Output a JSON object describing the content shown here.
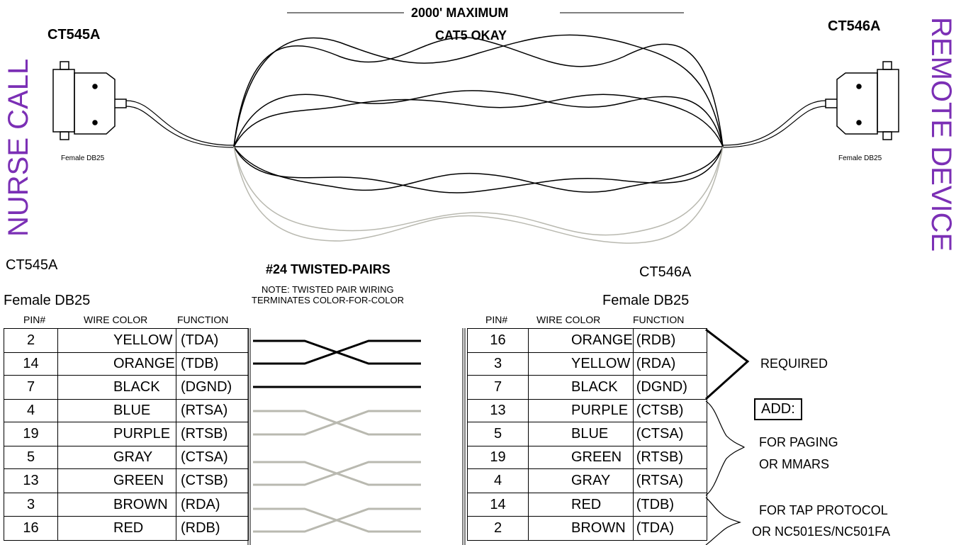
{
  "left_side_label": "NURSE CALL",
  "right_side_label": "REMOTE DEVICE",
  "top_left_model": "CT545A",
  "top_right_model": "CT546A",
  "left_connector_label": "Female DB25",
  "right_connector_label": "Female DB25",
  "cable_max": "2000' MAXIMUM",
  "cable_note": "CAT5 OKAY",
  "left_table": {
    "model": "CT545A",
    "connector": "Female DB25",
    "headers": [
      "PIN#",
      "WIRE COLOR",
      "FUNCTION"
    ],
    "rows": [
      [
        "2",
        "YELLOW",
        "(TDA)"
      ],
      [
        "14",
        "ORANGE",
        "(TDB)"
      ],
      [
        "7",
        "BLACK",
        "(DGND)"
      ],
      [
        "4",
        "BLUE",
        "(RTSA)"
      ],
      [
        "19",
        "PURPLE",
        "(RTSB)"
      ],
      [
        "5",
        "GRAY",
        "(CTSA)"
      ],
      [
        "13",
        "GREEN",
        "(CTSB)"
      ],
      [
        "3",
        "BROWN",
        "(RDA)"
      ],
      [
        "16",
        "RED",
        "(RDB)"
      ]
    ]
  },
  "right_table": {
    "model": "CT546A",
    "connector": "Female DB25",
    "headers": [
      "PIN#",
      "WIRE COLOR",
      "FUNCTION"
    ],
    "rows": [
      [
        "16",
        "ORANGE",
        "(RDB)"
      ],
      [
        "3",
        "YELLOW",
        "(RDA)"
      ],
      [
        "7",
        "BLACK",
        "(DGND)"
      ],
      [
        "13",
        "PURPLE",
        "(CTSB)"
      ],
      [
        "5",
        "BLUE",
        "(CTSA)"
      ],
      [
        "19",
        "GREEN",
        "(RTSB)"
      ],
      [
        "4",
        "GRAY",
        "(RTSA)"
      ],
      [
        "14",
        "RED",
        "(TDB)"
      ],
      [
        "2",
        "BROWN",
        "(TDA)"
      ]
    ]
  },
  "twisted_pairs_title": "#24 TWISTED-PAIRS",
  "note_line1": "NOTE:  TWISTED PAIR WIRING",
  "note_line2": "TERMINATES COLOR-FOR-COLOR",
  "required_label": "REQUIRED",
  "add_label": "ADD:",
  "paging_line1": "FOR PAGING",
  "paging_line2": "OR MMARS",
  "tap_line1": "FOR TAP PROTOCOL",
  "tap_line2": "OR NC501ES/NC501FA",
  "colors": {
    "side_label": "#7b2fb5",
    "required_wire": "#000000",
    "optional_wire": "#b9b9b0"
  }
}
